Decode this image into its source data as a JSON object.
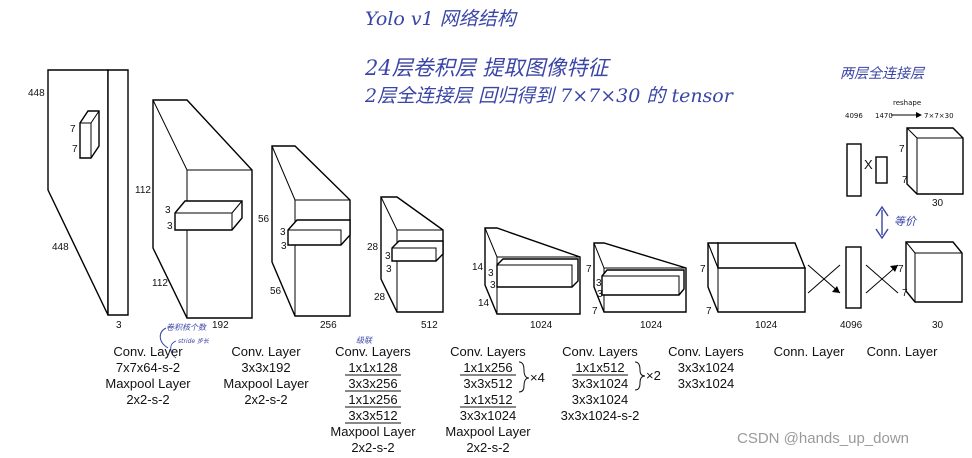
{
  "annotations": {
    "title": "Yolo v1 网络结构",
    "line1": "24层卷积层 提取图像特征",
    "line2": "2层全连接层 回归得到 7×7×30 的 tensor",
    "fc_note": "两层全连接层",
    "equiv_note": "等价",
    "cascade_note": "级联",
    "kernel_note": "卷积核个数",
    "stride_note": "stride 步长",
    "fc_top_4096": "4096",
    "fc_top_1470": "1470",
    "fc_top_reshape": "reshape",
    "fc_top_out": "7×7×30",
    "fc_top_x": "X"
  },
  "dims": {
    "input_448_top": "448",
    "input_448_side": "448",
    "input_7a": "7",
    "input_7b": "7",
    "input_3": "3",
    "b1_112a": "112",
    "b1_112b": "112",
    "b1_3a": "3",
    "b1_3b": "3",
    "b1_depth": "192",
    "b2_56a": "56",
    "b2_56b": "56",
    "b2_3a": "3",
    "b2_3b": "3",
    "b2_depth": "256",
    "b3_28a": "28",
    "b3_28b": "28",
    "b3_3a": "3",
    "b3_3b": "3",
    "b3_depth": "512",
    "b4_14a": "14",
    "b4_14b": "14",
    "b4_3a": "3",
    "b4_3b": "3",
    "b4_depth": "1024",
    "b5_7a": "7",
    "b5_7b": "7",
    "b5_3a": "3",
    "b5_3b": "3",
    "b5_depth": "1024",
    "b6_7a": "7",
    "b6_7b": "7",
    "b6_depth": "1024",
    "fc_4096": "4096",
    "out_7a": "7",
    "out_7b": "7",
    "out_30": "30",
    "top_7a": "7",
    "top_7b": "7",
    "top_30": "30"
  },
  "layers": {
    "l1_title": "Conv. Layer",
    "l1_a": "7x7x64-s-2",
    "l1_b": "Maxpool Layer",
    "l1_c": "2x2-s-2",
    "l2_title": "Conv. Layer",
    "l2_a": "3x3x192",
    "l2_b": "Maxpool Layer",
    "l2_c": "2x2-s-2",
    "l3_title": "Conv. Layers",
    "l3_a": "1x1x128",
    "l3_b": "3x3x256",
    "l3_c": "1x1x256",
    "l3_d": "3x3x512",
    "l3_e": "Maxpool Layer",
    "l3_f": "2x2-s-2",
    "l4_title": "Conv. Layers",
    "l4_a": "1x1x256",
    "l4_b": "3x3x512",
    "l4_rep": "×4",
    "l4_c": "1x1x512",
    "l4_d": "3x3x1024",
    "l4_e": "Maxpool Layer",
    "l4_f": "2x2-s-2",
    "l5_title": "Conv. Layers",
    "l5_a": "1x1x512",
    "l5_b": "3x3x1024",
    "l5_rep": "×2",
    "l5_c": "3x3x1024",
    "l5_d": "3x3x1024-s-2",
    "l6_title": "Conv. Layers",
    "l6_a": "3x3x1024",
    "l6_b": "3x3x1024",
    "l7_title": "Conn. Layer",
    "l8_title": "Conn. Layer"
  },
  "watermark": "CSDN @hands_up_down",
  "colors": {
    "handwriting": "#3a45a6",
    "ink": "#111111",
    "watermark": "#9a9a9a"
  }
}
